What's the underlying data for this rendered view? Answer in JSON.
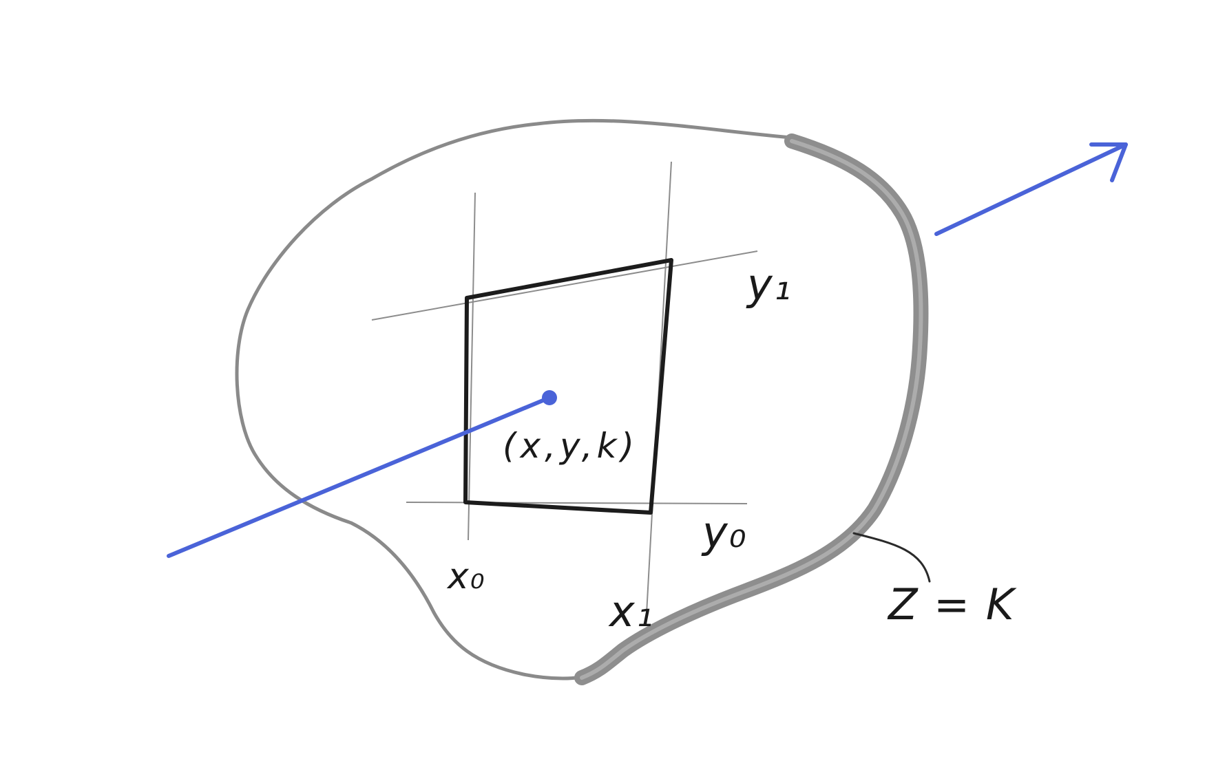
{
  "colors": {
    "background": "#ffffff",
    "blob_outline": "#8a8a8a",
    "thick_edge": "#8e8e8e",
    "grid_line": "#8c8c8c",
    "cell": "#1c1c1c",
    "ray": "#4a63d8"
  },
  "labels": {
    "point": "(x,y,k)",
    "y1": "y₁",
    "y0": "y₀",
    "x0": "x₀",
    "x1": "x₁",
    "plane": "Z = K"
  }
}
